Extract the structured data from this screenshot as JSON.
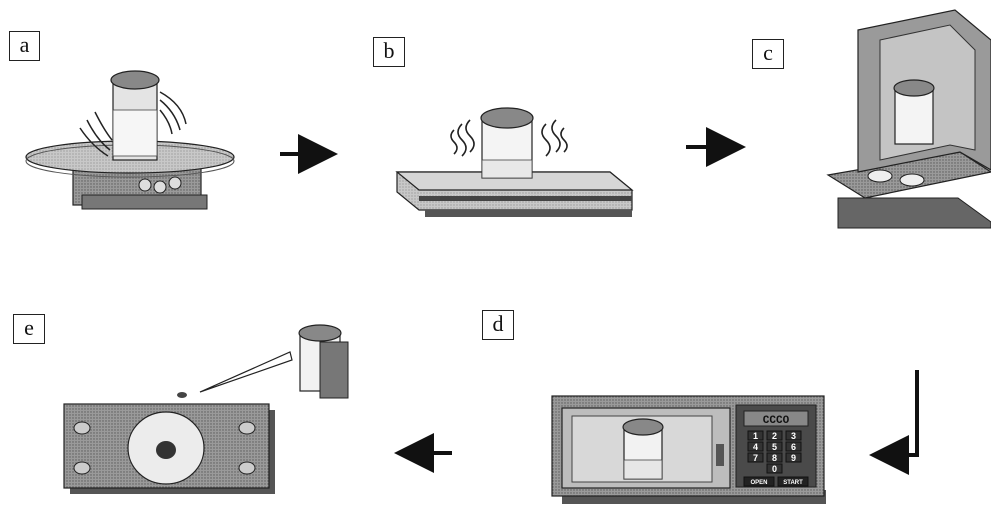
{
  "steps": {
    "a": {
      "label": "a",
      "icon": "spinner-stirrer-icon"
    },
    "b": {
      "label": "b",
      "icon": "hot-plate-heater-icon"
    },
    "c": {
      "label": "c",
      "icon": "analytical-balance-icon"
    },
    "d": {
      "label": "d",
      "icon": "microwave-oven-icon"
    },
    "e": {
      "label": "e",
      "icon": "drop-dispensing-plate-icon"
    }
  },
  "microwave": {
    "display": "CCCO",
    "keys": [
      "1",
      "2",
      "3",
      "4",
      "5",
      "6",
      "7",
      "8",
      "9",
      "0"
    ],
    "open_label": "OPEN",
    "start_label": "START"
  },
  "colors": {
    "ink": "#222222",
    "mid": "#8a8a8a",
    "light": "#cfcfcf",
    "dark": "#555555"
  }
}
